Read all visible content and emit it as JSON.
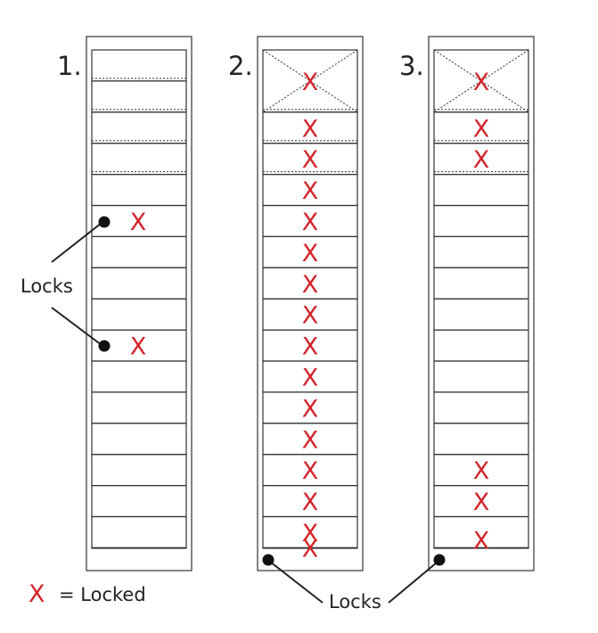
{
  "colors": {
    "locked_mark": "#d2232a",
    "line": "#333333",
    "text": "#222222"
  },
  "racks": [
    {
      "label": "1.",
      "wide_drawer_slots": [],
      "locked_slots": [
        5,
        9
      ],
      "mark_position": "right",
      "lock_points": [
        5,
        9
      ]
    },
    {
      "label": "2.",
      "wide_drawer_slots": [
        0
      ],
      "locked_slots": [
        0,
        2,
        3,
        4,
        5,
        6,
        7,
        8,
        9,
        10,
        11,
        12,
        13,
        14,
        15,
        16
      ],
      "mark_position": "center",
      "lock_points": [
        "bottom"
      ]
    },
    {
      "label": "3.",
      "wide_drawer_slots": [
        0
      ],
      "locked_slots": [
        0,
        2,
        3,
        13,
        14
      ],
      "extra_mark": true,
      "mark_position": "center",
      "lock_points": [
        "bottom"
      ]
    }
  ],
  "locked_symbol": "X",
  "labels": {
    "locks_left": "Locks",
    "locks_bottom": "Locks"
  },
  "legend": {
    "symbol": "X",
    "text": "= Locked"
  }
}
